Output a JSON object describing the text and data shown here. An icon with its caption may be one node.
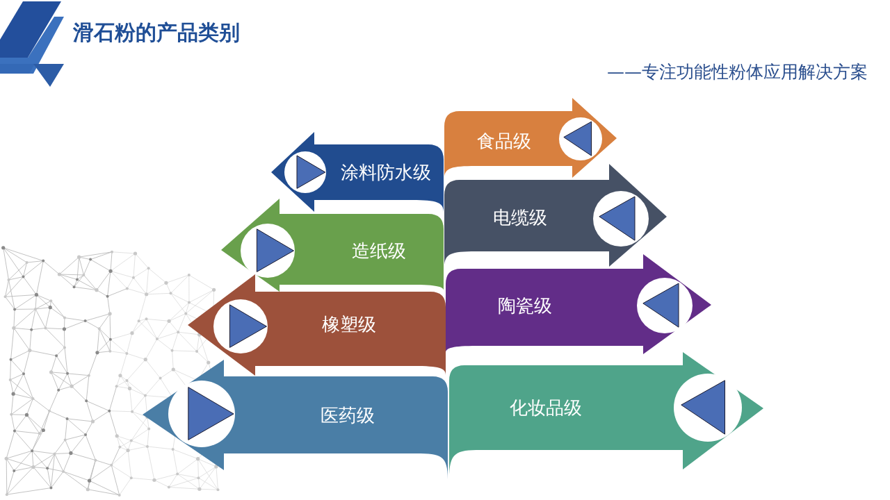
{
  "diagram": {
    "title": "滑石粉的产品类别",
    "nodes": [
      {
        "text": [
          "涂料防水级"
        ]
      },
      {
        "text": [
          "造纸级"
        ]
      },
      {
        "text": [
          "橡塑级"
        ]
      },
      {
        "text": [
          "医药级"
        ]
      },
      {
        "text": [
          "食品级"
        ]
      },
      {
        "text": [
          "电缆级"
        ]
      },
      {
        "text": [
          "陶瓷级"
        ]
      },
      {
        "text": [
          "化妆品级"
        ]
      }
    ],
    "labels": [
      "——专注功能性粉体应用解决方案"
    ]
  }
}
